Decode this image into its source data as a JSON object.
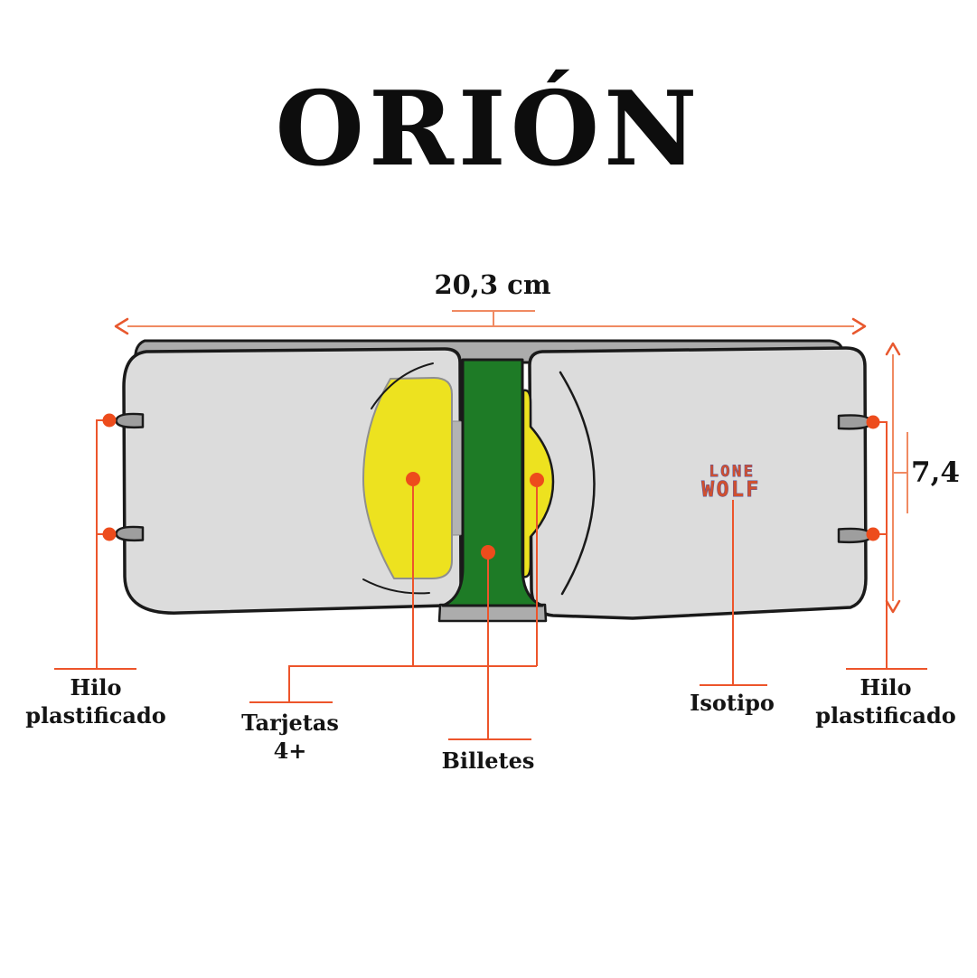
{
  "title": "ORIÓN",
  "dimensions": {
    "width_label": "20,3 cm",
    "height_label": "7,4"
  },
  "labels": {
    "hilo_left": "Hilo plastificado",
    "hilo_right": "Hilo plastificado",
    "tarjetas": "Tarjetas 4+",
    "billetes": "Billetes",
    "isotipo": "Isotipo"
  },
  "logo": {
    "line1": "LONE",
    "line2": "WOLF"
  },
  "colors": {
    "ink": "#1a1a1a",
    "panel_gray": "#dcdcdc",
    "spine_gray": "#acacac",
    "tab_gray": "#9e9e9e",
    "slot_gray": "#b3b3b3",
    "bill_green": "#1e7b26",
    "card_yellow": "#ede21f",
    "dimension_line": "#f08a62",
    "arrow_orange": "#e8582e",
    "callout_line": "#ed552b",
    "callout_dot": "#ed4c1c",
    "logo_orange": "#cf5030",
    "logo_blue": "#5054a4"
  }
}
